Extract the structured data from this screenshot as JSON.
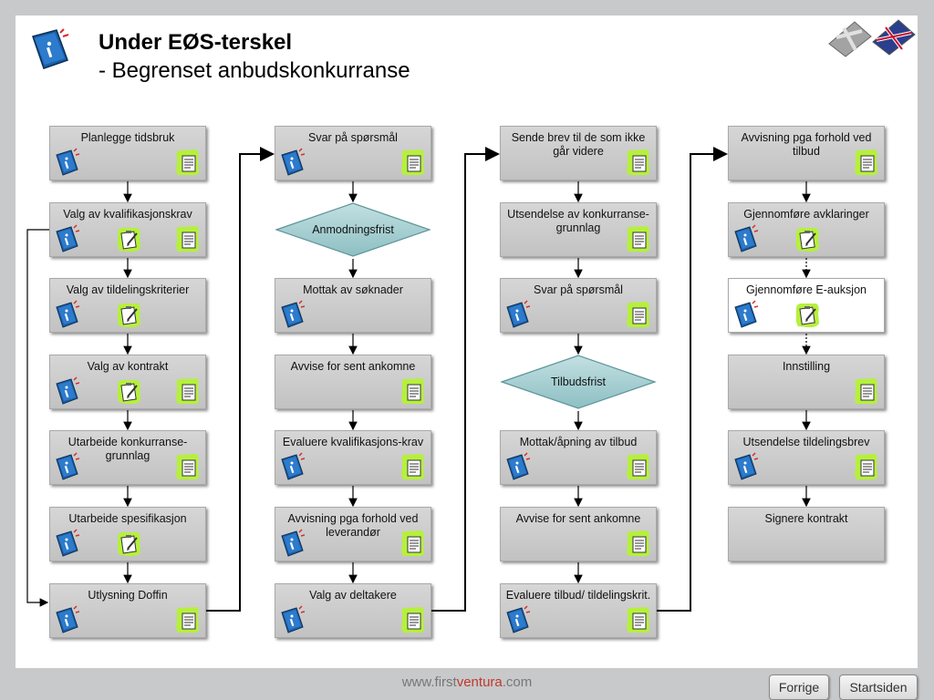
{
  "title": {
    "main": "Under EØS-terskel",
    "sub": "- Begrenset anbudskonkurranse"
  },
  "columns": [
    {
      "steps": [
        {
          "type": "box",
          "label": "Planlegge tidsbruk",
          "icons": [
            "book",
            "doc"
          ]
        },
        {
          "type": "box",
          "label": "Valg av kvalifikasjonskrav",
          "icons": [
            "book",
            "clipboard",
            "doc"
          ]
        },
        {
          "type": "box",
          "label": "Valg av tildelingskriterier",
          "icons": [
            "book",
            "clipboard"
          ]
        },
        {
          "type": "box",
          "label": "Valg av kontrakt",
          "icons": [
            "book",
            "clipboard",
            "doc"
          ]
        },
        {
          "type": "box",
          "label": "Utarbeide konkurranse-grunnlag",
          "icons": [
            "book",
            "doc"
          ]
        },
        {
          "type": "box",
          "label": "Utarbeide spesifikasjon",
          "icons": [
            "book",
            "clipboard"
          ]
        },
        {
          "type": "box",
          "label": "Utlysning Doffin",
          "icons": [
            "book",
            "doc"
          ]
        }
      ]
    },
    {
      "steps": [
        {
          "type": "box",
          "label": "Svar på spørsmål",
          "icons": [
            "book",
            "doc"
          ]
        },
        {
          "type": "diamond",
          "label": "Anmodningsfrist"
        },
        {
          "type": "box",
          "label": "Mottak av søknader",
          "icons": [
            "book"
          ]
        },
        {
          "type": "box",
          "label": "Avvise for sent ankomne",
          "icons": [
            "doc"
          ]
        },
        {
          "type": "box",
          "label": "Evaluere kvalifikasjons-krav",
          "icons": [
            "book",
            "doc"
          ]
        },
        {
          "type": "box",
          "label": "Avvisning pga forhold ved leverandør",
          "icons": [
            "book",
            "doc"
          ]
        },
        {
          "type": "box",
          "label": "Valg av deltakere",
          "icons": [
            "book",
            "doc"
          ]
        }
      ]
    },
    {
      "steps": [
        {
          "type": "box",
          "label": "Sende brev til de som ikke går videre",
          "icons": [
            "doc"
          ]
        },
        {
          "type": "box",
          "label": "Utsendelse av konkurranse-grunnlag",
          "icons": [
            "doc"
          ]
        },
        {
          "type": "box",
          "label": "Svar på spørsmål",
          "icons": [
            "book",
            "doc"
          ]
        },
        {
          "type": "diamond",
          "label": "Tilbudsfrist"
        },
        {
          "type": "box",
          "label": "Mottak/åpning av tilbud",
          "icons": [
            "book",
            "doc"
          ]
        },
        {
          "type": "box",
          "label": "Avvise for sent ankomne",
          "icons": [
            "doc"
          ]
        },
        {
          "type": "box",
          "label": "Evaluere tilbud/ tildelingskrit.",
          "icons": [
            "book",
            "doc"
          ]
        }
      ]
    },
    {
      "steps": [
        {
          "type": "box",
          "label": "Avvisning pga forhold ved tilbud",
          "icons": [
            "doc"
          ]
        },
        {
          "type": "box",
          "label": "Gjennomføre avklaringer",
          "icons": [
            "book",
            "clipboard"
          ]
        },
        {
          "type": "box",
          "label": "Gjennomføre E-auksjon",
          "icons": [
            "book",
            "clipboard"
          ],
          "style": "white"
        },
        {
          "type": "box",
          "label": "Innstilling",
          "icons": [
            "doc"
          ]
        },
        {
          "type": "box",
          "label": "Utsendelse tildelingsbrev",
          "icons": [
            "book",
            "doc"
          ]
        },
        {
          "type": "box",
          "label": "Signere kontrakt",
          "icons": []
        }
      ]
    }
  ],
  "footer": {
    "url_prefix": "www.first",
    "url_accent": "ventura",
    "url_suffix": ".com"
  },
  "nav": {
    "prev_label": "Forrige",
    "home_label": "Startsiden"
  },
  "colors": {
    "accent": "#c0392b",
    "book": "#1a5fa8",
    "highlight": "#b6f03c",
    "diamond": "#9fc9cc"
  }
}
